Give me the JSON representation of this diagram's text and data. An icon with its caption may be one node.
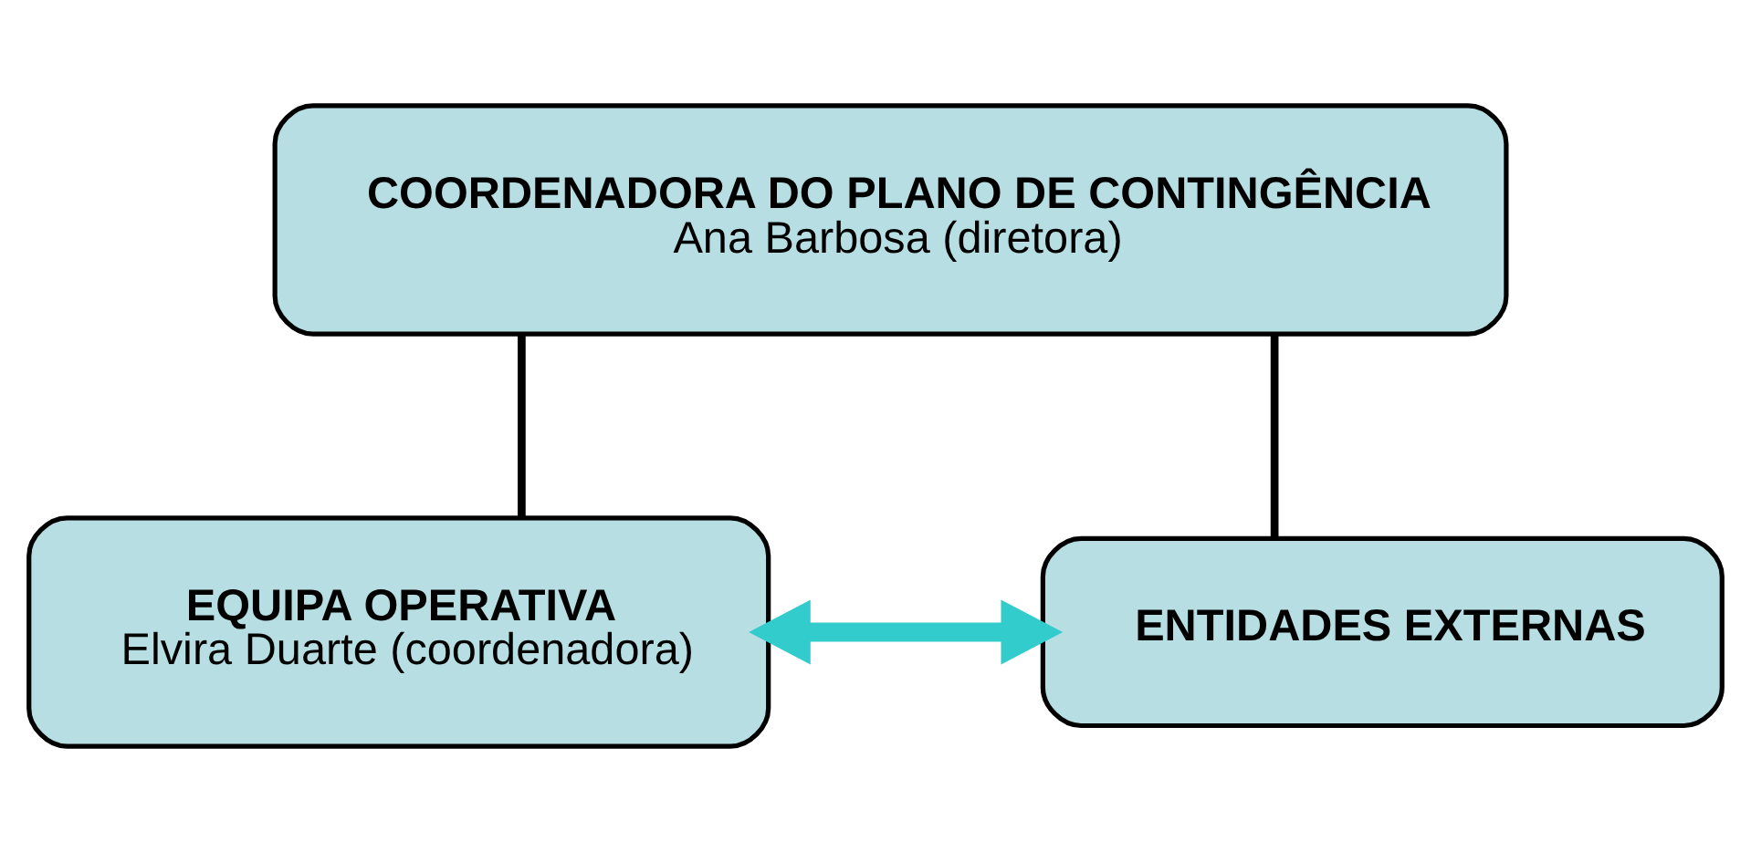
{
  "diagram": {
    "nodes": [
      {
        "text": [
          "COORDENADORA DO PLANO DE CONTINGÊNCIA",
          "Ana Barbosa (diretora)"
        ]
      },
      {
        "text": [
          "EQUIPA OPERATIVA",
          "Elvira Duarte (coordenadora)"
        ]
      },
      {
        "text": [
          "ENTIDADES EXTERNAS"
        ]
      }
    ],
    "edges": [
      {
        "from": 0,
        "to": 1,
        "arrow": "none"
      },
      {
        "from": 0,
        "to": 2,
        "arrow": "none"
      },
      {
        "from": 1,
        "to": 2,
        "arrow": "both",
        "style": "thick",
        "color": "#33cccc"
      }
    ]
  }
}
